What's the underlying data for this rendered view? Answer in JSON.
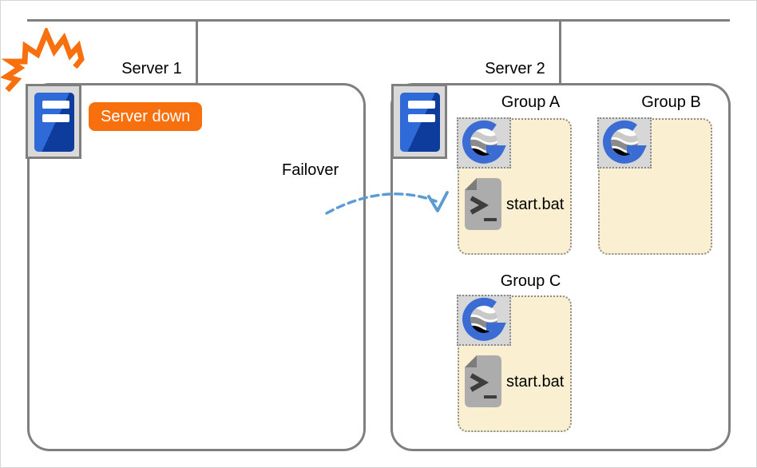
{
  "diagram": {
    "failover_label": "Failover"
  },
  "servers": [
    {
      "label": "Server 1",
      "status_badge": "Server down",
      "groups": []
    },
    {
      "label": "Server 2",
      "groups": [
        {
          "label": "Group A",
          "script": "start.bat"
        },
        {
          "label": "Group B",
          "script": null
        },
        {
          "label": "Group C",
          "script": "start.bat"
        }
      ]
    }
  ],
  "icons": {
    "server": "server-rack-icon",
    "failure": "crash-burst-icon",
    "group_app": "cluster-logo-icon",
    "script": "batch-terminal-icon",
    "failover": "failover-dashed-arrow"
  },
  "colors": {
    "status_orange": "#F8700E",
    "failover_blue": "#5B9BD5",
    "line_gray": "#7F7F7F",
    "group_fill": "#FAEFD0",
    "icon_tile_gray": "#D9D9D9",
    "server_blue_light": "#2E6BD8",
    "server_blue_dark": "#0D3C9C",
    "app_logo_blue": "#3A6CD3"
  }
}
